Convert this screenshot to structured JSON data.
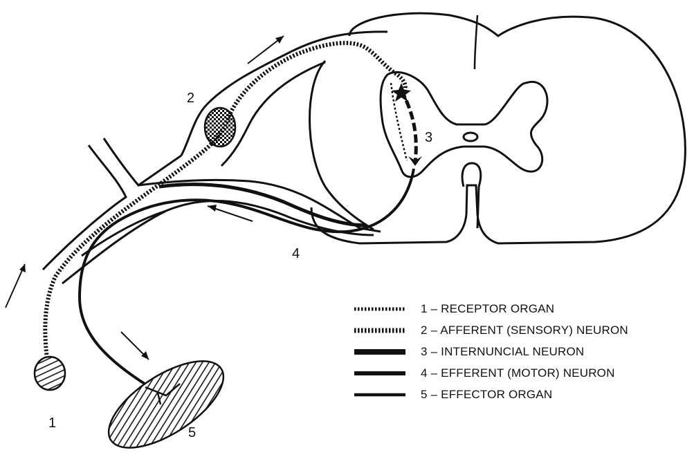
{
  "diagram": {
    "labels": {
      "receptor": "1",
      "afferent": "2",
      "internuncial": "3",
      "efferent": "4",
      "effector": "5"
    }
  },
  "legend": [
    {
      "style": "fine-dots",
      "text": "1 – RECEPTOR ORGAN"
    },
    {
      "style": "coarse-dots",
      "text": "2 – AFFERENT (SENSORY) NEURON"
    },
    {
      "style": "thick-solid",
      "text": "3 – INTERNUNCIAL NEURON"
    },
    {
      "style": "medium-solid",
      "text": "4 – EFFERENT (MOTOR) NEURON"
    },
    {
      "style": "thin-solid",
      "text": "5 – EFFECTOR ORGAN"
    }
  ]
}
